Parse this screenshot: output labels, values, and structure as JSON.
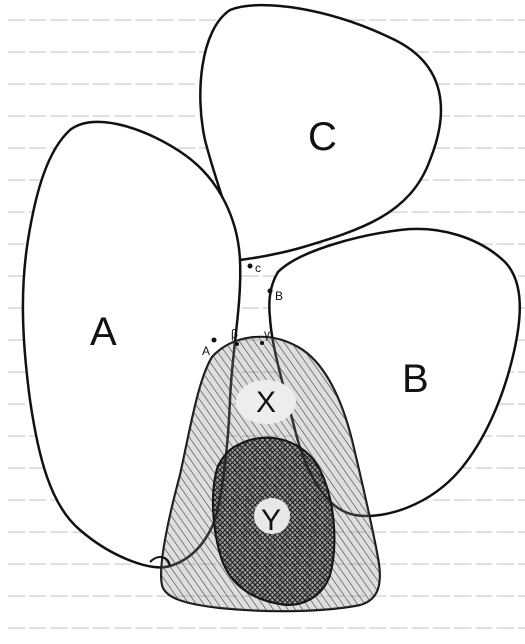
{
  "regions": {
    "a": {
      "label": "A"
    },
    "b": {
      "label": "B"
    },
    "c": {
      "label": "C"
    },
    "x": {
      "label": "X"
    },
    "y": {
      "label": "Y"
    }
  },
  "points": {
    "c_small": {
      "label": "c"
    },
    "b_small": {
      "label": "B"
    },
    "a_small": {
      "label": "A"
    },
    "beta_small": {
      "label": "β"
    },
    "gamma_small": {
      "label": "γ"
    }
  },
  "colors": {
    "background": "#ffffff",
    "outline": "#111111",
    "hatch": "#222222",
    "background_text": "#b8b8b8"
  }
}
